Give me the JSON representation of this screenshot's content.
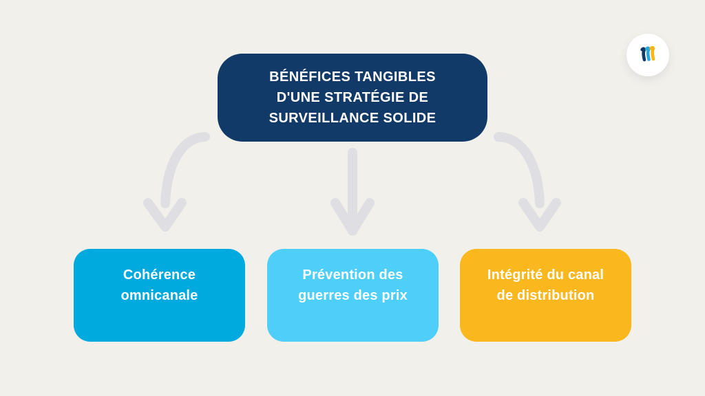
{
  "page": {
    "background_color": "#F2F0EB",
    "type": "infographic-diagram"
  },
  "header": {
    "title": "BÉNÉFICES TANGIBLES D'UNE STRATÉGIE DE SURVEILLANCE SOLIDE",
    "title_lines": [
      "BÉNÉFICES TANGIBLES",
      "D'UNE STRATÉGIE DE",
      "SURVEILLANCE SOLIDE"
    ],
    "background_color": "#123A68",
    "text_color": "#FFFFFF"
  },
  "logo": {
    "shape": "white-circle-badge",
    "mark": "triple-wave-m-monogram",
    "colors": {
      "navy": "#123A68",
      "cyan": "#29A8DF",
      "yellow": "#F9B616",
      "badge_background": "#FFFFFF"
    }
  },
  "arrows": {
    "color": "#DFDFE3",
    "count": 3,
    "directions": [
      "curved-down-left",
      "straight-down",
      "curved-down-right"
    ]
  },
  "benefits": [
    {
      "label": "Cohérence omnicanale",
      "lines": [
        "Cohérence",
        "omnicanale"
      ],
      "background_color": "#00A9DE",
      "text_color": "#FFFFFF"
    },
    {
      "label": "Prévention des guerres des prix",
      "lines": [
        "Prévention des",
        "guerres des prix"
      ],
      "background_color": "#4DCFFA",
      "text_color": "#FFFFFF"
    },
    {
      "label": "Intégrité du canal de distribution",
      "lines": [
        "Intégrité du canal",
        "de distribution"
      ],
      "background_color": "#FBB71E",
      "text_color": "#FFFFFF"
    }
  ]
}
